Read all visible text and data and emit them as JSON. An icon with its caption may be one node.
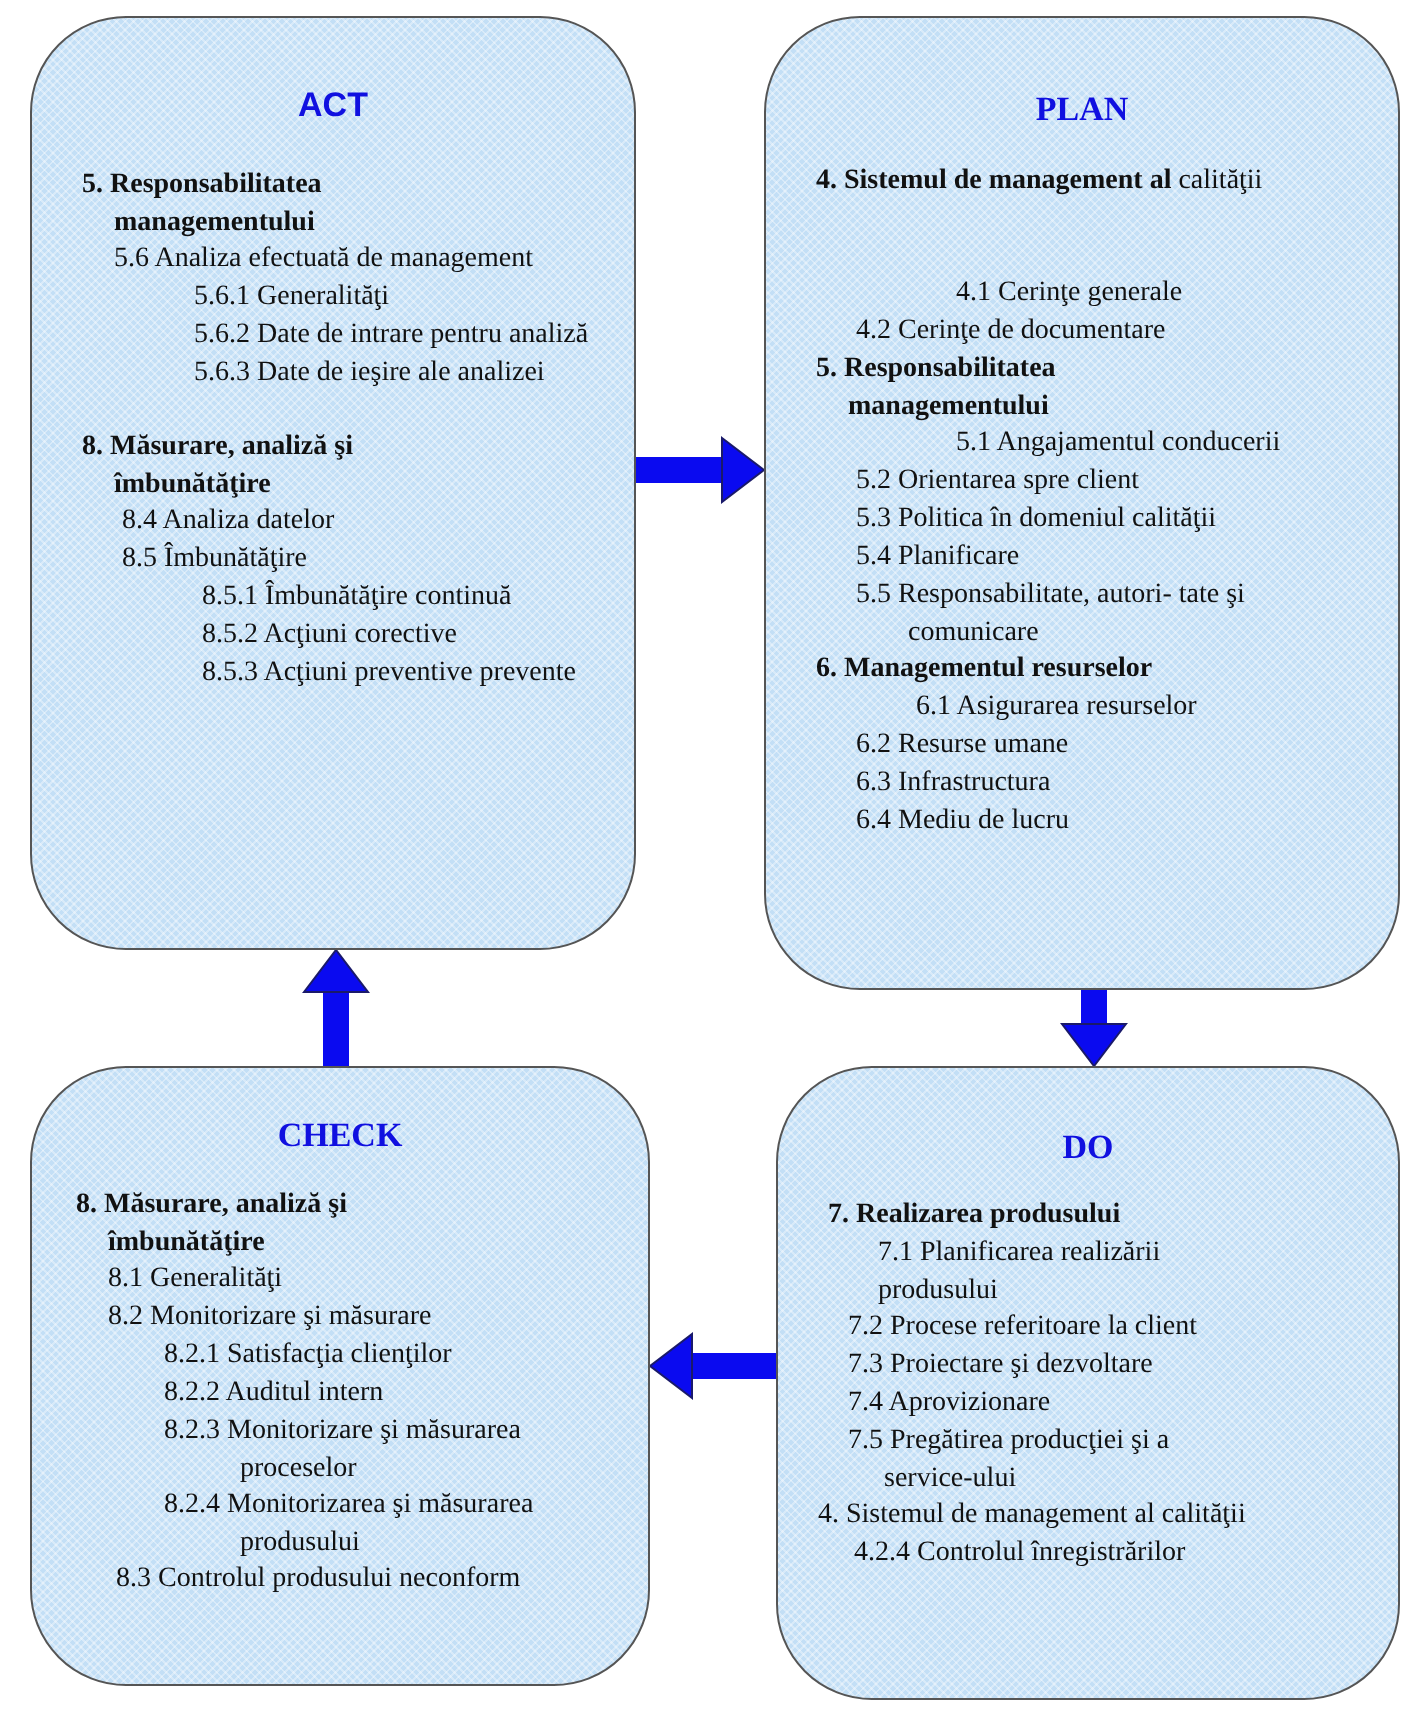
{
  "diagram": {
    "nodes": [
      {
        "text": [
          "ACT",
          "5. Responsabilitatea managementului",
          "5.6 Analiza efectuată de management",
          "5.6.1 Generalităţi",
          "5.6.2 Date de intrare pentru analiză",
          "5.6.3 Date de ieşire ale analizei",
          "8. Măsurare, analiză şi îmbunătăţire",
          "8.4 Analiza datelor",
          "8.5 Îmbunătăţire",
          "8.5.1 Îmbunătăţire continuă",
          "8.5.2 Acţiuni corective",
          "8.5.3 Acţiuni preventive prevente"
        ]
      },
      {
        "text": [
          "PLAN",
          "**4. Sistemul de management al** calităţii",
          "4.1 Cerinţe generale",
          "4.2 Cerinţe de documentare",
          "5. Responsabilitatea managementului",
          "5.1 Angajamentul conducerii",
          "5.2 Orientarea spre client",
          "5.3 Politica în domeniul calităţii",
          "5.4 Planificare",
          "5.5 Responsabilitate, autori- tate şi comunicare",
          "6. Managementul resurselor",
          "6.1 Asigurarea resurselor",
          "6.2 Resurse umane",
          "6.3 Infrastructura",
          "6.4 Mediu de lucru"
        ]
      },
      {
        "text": [
          "CHECK",
          "8. Măsurare, analiză şi îmbunătăţire",
          "8.1 Generalităţi",
          "8.2 Monitorizare şi măsurare",
          "8.2.1 Satisfacţia clienţilor",
          "8.2.2 Auditul intern",
          "8.2.3 Monitorizare şi măsurarea proceselor",
          "8.2.4 Monitorizarea şi măsurarea produsului",
          "8.3 Controlul produsului neconform"
        ]
      },
      {
        "text": [
          "DO",
          "7. Realizarea produsului",
          "7.1 Planificarea realizării produsului",
          "7.2 Procese referitoare la client",
          "7.3 Proiectare şi dezvoltare",
          "7.4 Aprovizionare",
          "7.5 Pregătirea producţiei şi a service-ului",
          "4. Sistemul de management al calităţii",
          "4.2.4 Controlul înregistrărilor"
        ]
      }
    ],
    "edges": [
      {
        "from": 0,
        "to": 1,
        "arrow": "to"
      },
      {
        "from": 1,
        "to": 3,
        "arrow": "to"
      },
      {
        "from": 3,
        "to": 2,
        "arrow": "to"
      },
      {
        "from": 2,
        "to": 0,
        "arrow": "to"
      }
    ]
  }
}
